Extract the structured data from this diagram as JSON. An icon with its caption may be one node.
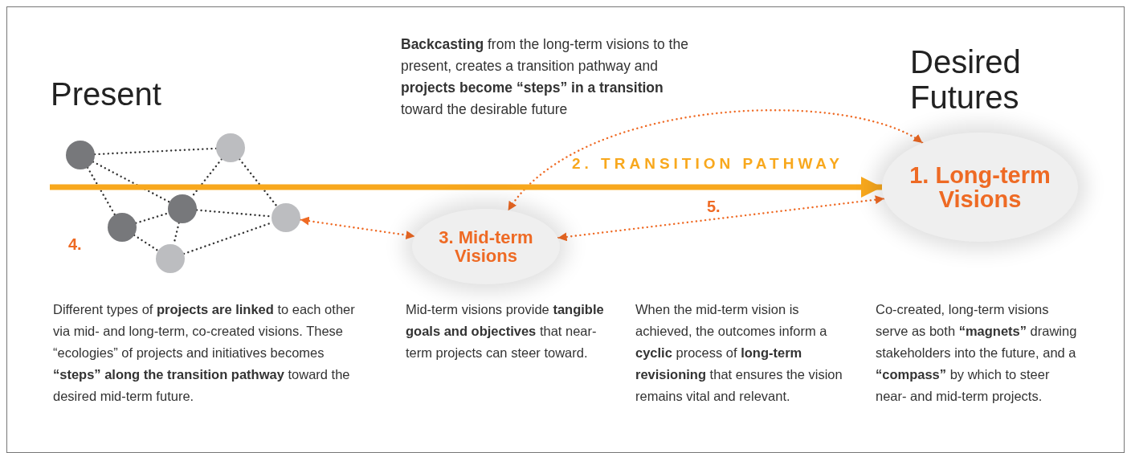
{
  "diagram": {
    "nodes": [
      {
        "text": [],
        "shape": "circle"
      },
      {
        "text": [],
        "shape": "circle"
      },
      {
        "text": [],
        "shape": "circle"
      },
      {
        "text": [],
        "shape": "circle"
      },
      {
        "text": [],
        "shape": "circle"
      },
      {
        "text": [],
        "shape": "circle"
      },
      {
        "text": [
          "3. Mid-term Visions"
        ]
      },
      {
        "text": [
          "1. Long-term Visions"
        ]
      }
    ],
    "edges": [
      {
        "from": 0,
        "to": 4,
        "arrow": "none",
        "style": "dashed"
      },
      {
        "from": 0,
        "to": 3,
        "arrow": "none",
        "style": "dashed"
      },
      {
        "from": 0,
        "to": 1,
        "arrow": "none",
        "style": "dashed"
      },
      {
        "from": 4,
        "to": 3,
        "arrow": "none",
        "style": "dashed"
      },
      {
        "from": 4,
        "to": 5,
        "arrow": "none",
        "style": "dashed"
      },
      {
        "from": 1,
        "to": 3,
        "arrow": "none",
        "style": "dashed"
      },
      {
        "from": 3,
        "to": 5,
        "arrow": "none",
        "style": "dashed"
      },
      {
        "from": 1,
        "to": 2,
        "arrow": "none",
        "style": "dashed"
      },
      {
        "from": 3,
        "to": 2,
        "arrow": "none",
        "style": "dashed"
      },
      {
        "from": 2,
        "to": 5,
        "arrow": "none",
        "style": "dashed"
      },
      {
        "from": 5,
        "to": 6,
        "arrow": "both",
        "style": "dashed",
        "color": "#ef6a24"
      },
      {
        "from": 7,
        "to": 6,
        "arrow": "both",
        "style": "dashed",
        "color": "#ef6a24"
      },
      {
        "from": 6,
        "to": 7,
        "arrow": "both",
        "style": "dashed",
        "color": "#ef6a24",
        "label": "5."
      },
      {
        "from": null,
        "to": 7,
        "arrow": "to",
        "style": "thick",
        "color": "#f8a81d",
        "label": "2. TRANSITION PATHWAY"
      }
    ],
    "labels": [
      "**Backcasting** from the long-term visions to the present, creates a transition pathway and **projects become “steps” in a transition** toward the desirable future",
      "Present",
      "Desired Futures",
      "4.",
      "Different types of **projects are linked** to each other via mid- and long-term, co-created visions. These “ecologies” of projects and initiatives becomes **“steps” along the transition pathway** toward the desired mid-term future.",
      "Mid-term visions provide **tangible goals and objectives** that near-term projects can steer toward.",
      "When the mid-term vision is achieved, the outcomes inform a **cyclic** process of **long-term revisioning** that ensures the vision remains vital and relevant.",
      "Co-created, long-term visions serve as both **“magnets”** drawing stakeholders into the future, and a **“compass”** by which to steer near- and mid-term projects."
    ]
  }
}
